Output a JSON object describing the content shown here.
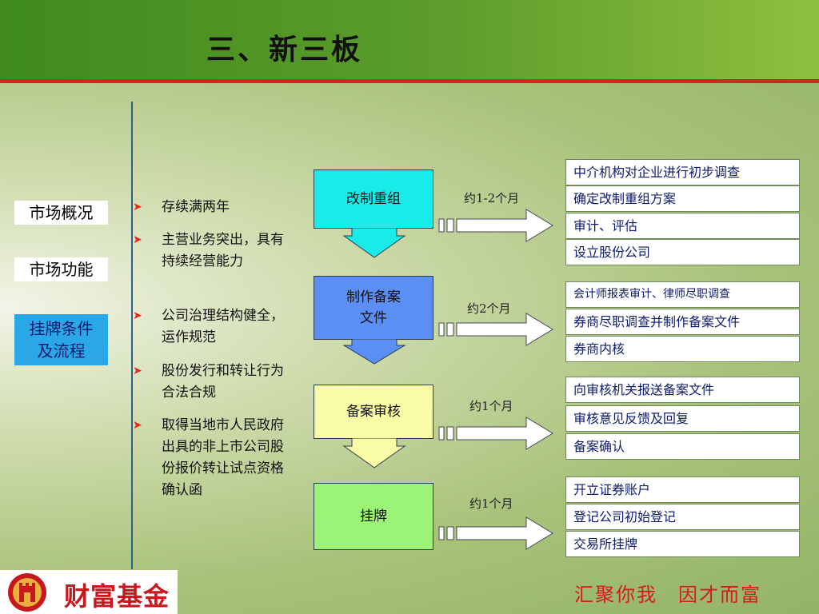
{
  "title": "三、新三板",
  "nav": [
    {
      "label": "市场概况",
      "active": false
    },
    {
      "label": "市场功能",
      "active": false
    },
    {
      "label": "挂牌条件及流程",
      "label_line1": "挂牌条件",
      "label_line2": "及流程",
      "active": true
    }
  ],
  "conditions": [
    "存续满两年",
    "主营业务突出，具有持续经营能力",
    "公司治理结构健全，运作规范",
    "股份发行和转让行为合法合规",
    "取得当地市人民政府出具的非上市公司股份报价转让试点资格确认函"
  ],
  "steps": [
    {
      "label": "改制重组",
      "color": "#19ebe8",
      "duration": "约1-2个月",
      "tasks": [
        "中介机构对企业进行初步调查",
        "确定改制重组方案",
        "审计、评估",
        "设立股份公司"
      ]
    },
    {
      "label": "制作备案文件",
      "label_line1": "制作备案",
      "label_line2": "文件",
      "color": "#5b8ff5",
      "duration": "约2个月",
      "tasks": [
        "会计师报表审计、律师尽职调查",
        "券商尽职调查并制作备案文件",
        "券商内核"
      ]
    },
    {
      "label": "备案审核",
      "color": "#fbfca6",
      "duration": "约1个月",
      "tasks": [
        "向审核机关报送备案文件",
        "审核意见反馈及回复",
        "备案确认"
      ]
    },
    {
      "label": "挂牌",
      "color": "#9cf477",
      "duration": "约1个月",
      "tasks": [
        "开立证券账户",
        "登记公司初始登记",
        "交易所挂牌"
      ]
    }
  ],
  "logo": {
    "text": "财富基金",
    "icon": "castle-emblem-icon"
  },
  "slogan": "汇聚你我　因才而富",
  "colors": {
    "header": "#4f9626",
    "accent_red": "#d9231f",
    "nav_active": "#2aa7e6"
  }
}
